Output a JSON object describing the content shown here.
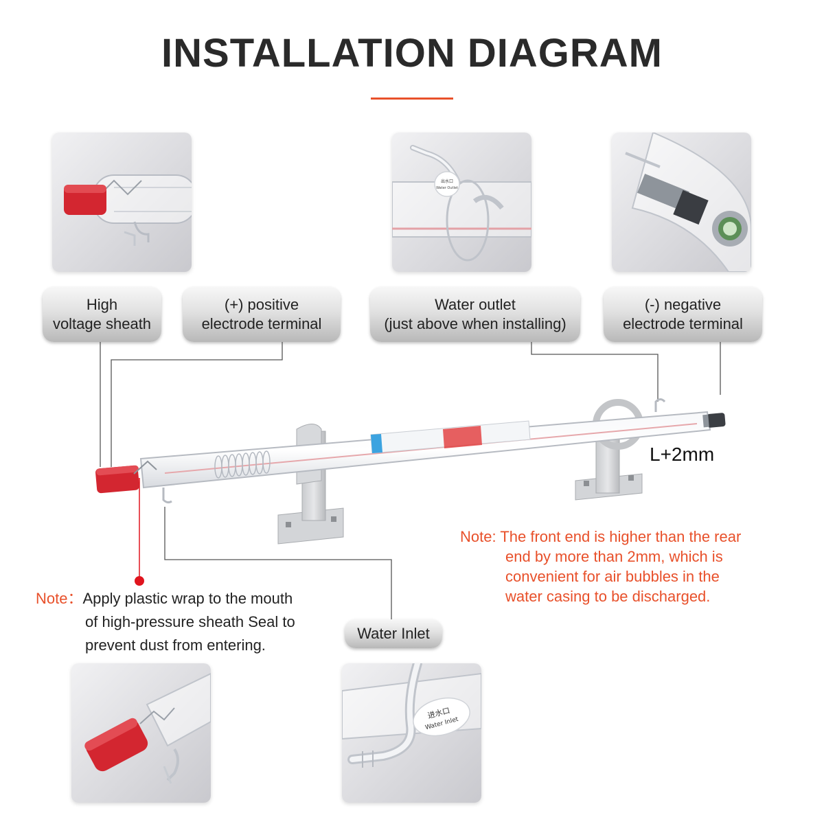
{
  "title": "INSTALLATION DIAGRAM",
  "labels": {
    "hv_sheath": {
      "line1": "High",
      "line2": "voltage sheath"
    },
    "positive": {
      "line1": "(+) positive",
      "line2": "electrode terminal"
    },
    "water_outlet": {
      "line1": "Water outlet",
      "line2": "(just above when installing)"
    },
    "negative": {
      "line1": "(-) negative",
      "line2": "electrode terminal"
    },
    "water_inlet": "Water Inlet"
  },
  "photo_text": {
    "outlet_cn": "出水口",
    "outlet_en": "Water Outlet",
    "inlet_cn": "进水口",
    "inlet_en": "Water Inlet"
  },
  "dimension": "L+2mm",
  "note_right": {
    "prefix": "Note: ",
    "line1": "The front end is higher than the rear",
    "line2": "end by more than 2mm, which is",
    "line3": "convenient for air bubbles in the",
    "line4": "water casing to be discharged."
  },
  "note_left": {
    "prefix": "Note：",
    "line1": "Apply plastic wrap to the mouth",
    "line2": "of high-pressure sheath Seal to",
    "line3": "prevent dust from entering."
  },
  "colors": {
    "accent": "#e8502a",
    "cap_red": "#d32630",
    "note_dot": "#e0141e"
  }
}
